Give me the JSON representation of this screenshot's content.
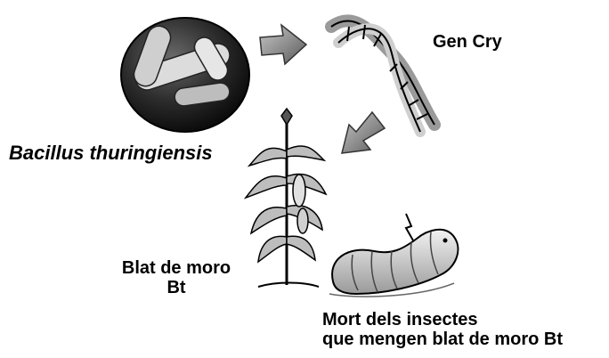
{
  "labels": {
    "gene": "Gen Cry",
    "bacterium": "Bacillus thuringiensis",
    "corn_line1": "Blat de moro",
    "corn_line2": "Bt",
    "death_line1": "Mort dels insectes",
    "death_line2": "que mengen blat de moro Bt"
  },
  "icons": [
    "bacterium-sphere-icon",
    "arrow-right-icon",
    "dna-helix-icon",
    "arrow-down-left-icon",
    "corn-plant-icon",
    "dead-larva-icon"
  ],
  "colors": {
    "ink": "#000000",
    "sphere_dark": "#2b2b2b",
    "rod_light": "#d9d9d9",
    "arrow_fill": "#8a8a8a"
  }
}
